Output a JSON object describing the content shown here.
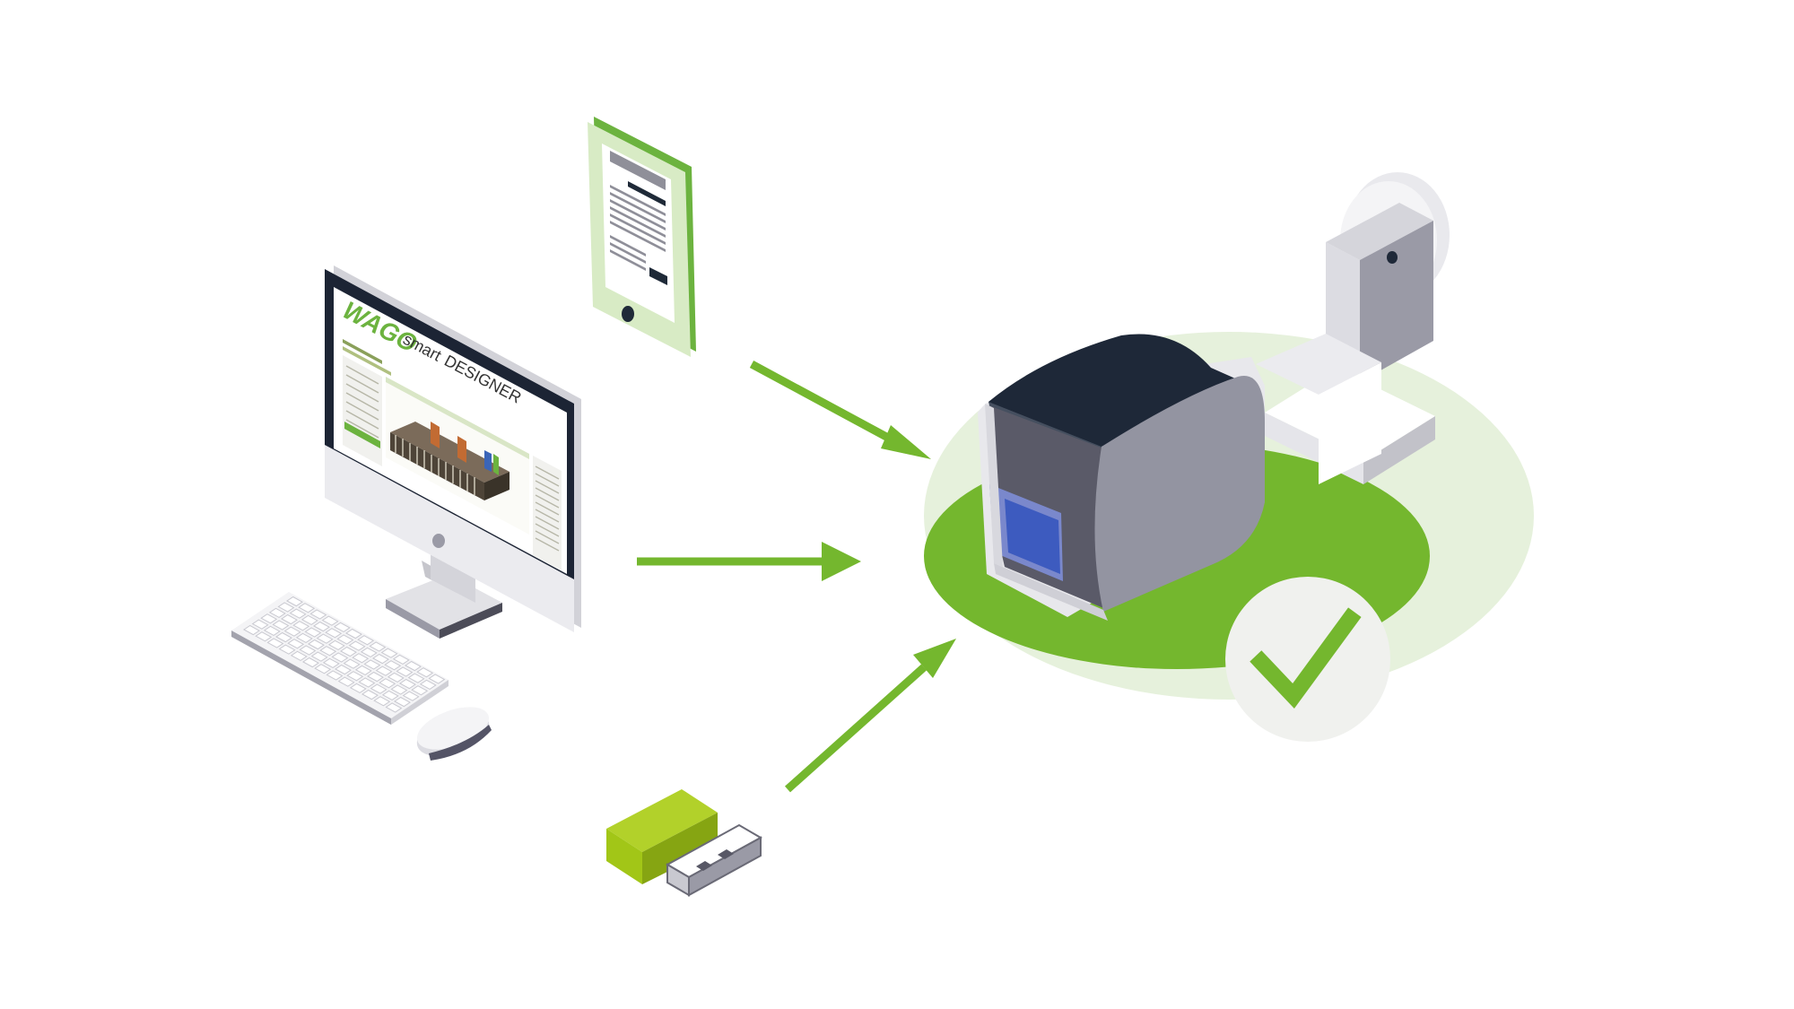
{
  "screen": {
    "logo": "WAGO",
    "product_prefix": "smart",
    "product_name": "DESIGNER"
  },
  "icons": [
    "tablet-icon",
    "monitor-icon",
    "keyboard-icon",
    "mouse-icon",
    "usb-stick-icon",
    "label-printer-icon",
    "label-reel-icon",
    "checkmark-icon",
    "arrow-icon"
  ],
  "colors": {
    "accent_green": "#74b72e",
    "light_green": "#e6f1dc",
    "usb_green": "#a2c617",
    "printer_dark": "#1e2838",
    "printer_gray": "#9394a1",
    "printer_light": "#e8e8ec",
    "screen_blue": "#3d5bbf"
  }
}
